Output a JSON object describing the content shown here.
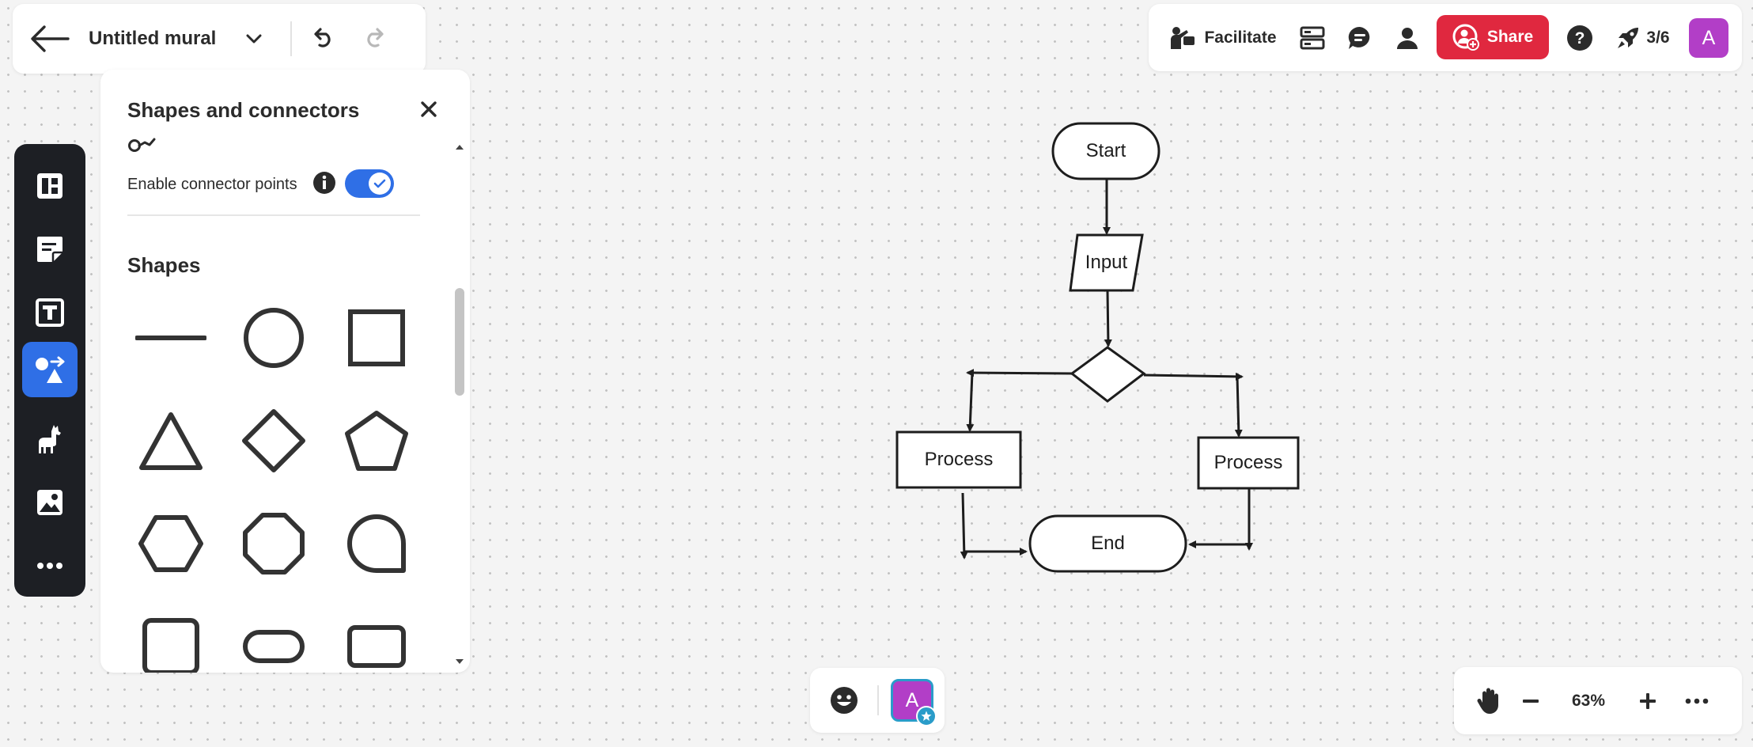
{
  "titlebar": {
    "title": "Untitled mural"
  },
  "toolbar": {
    "facilitate_label": "Facilitate",
    "share_label": "Share",
    "progress_label": "3/6",
    "avatar_initial": "A"
  },
  "rail": {
    "items": [
      "outline-icon",
      "sticky-note-icon",
      "text-icon",
      "shapes-icon",
      "llama-icon",
      "image-icon",
      "more-icon"
    ],
    "active": "shapes-icon"
  },
  "panel": {
    "title": "Shapes and connectors",
    "connector_toggle_label": "Enable connector points",
    "connector_toggle_on": true,
    "shapes_heading": "Shapes",
    "shapes": [
      "line",
      "circle",
      "square",
      "triangle",
      "diamond",
      "pentagon",
      "hexagon",
      "octagon",
      "teardrop",
      "rounded-square",
      "pill",
      "rounded-rectangle"
    ]
  },
  "flowchart": {
    "start": "Start",
    "input": "Input",
    "process_left": "Process",
    "process_right": "Process",
    "end": "End"
  },
  "bottom": {
    "presence_initial": "A"
  },
  "zoom": {
    "level": "63%"
  },
  "colors": {
    "accent": "#2f6fe6",
    "share": "#e0283f",
    "avatar": "#b23ec7",
    "rail_bg": "#1d1f24",
    "presence_ring": "#2a9cc9"
  }
}
